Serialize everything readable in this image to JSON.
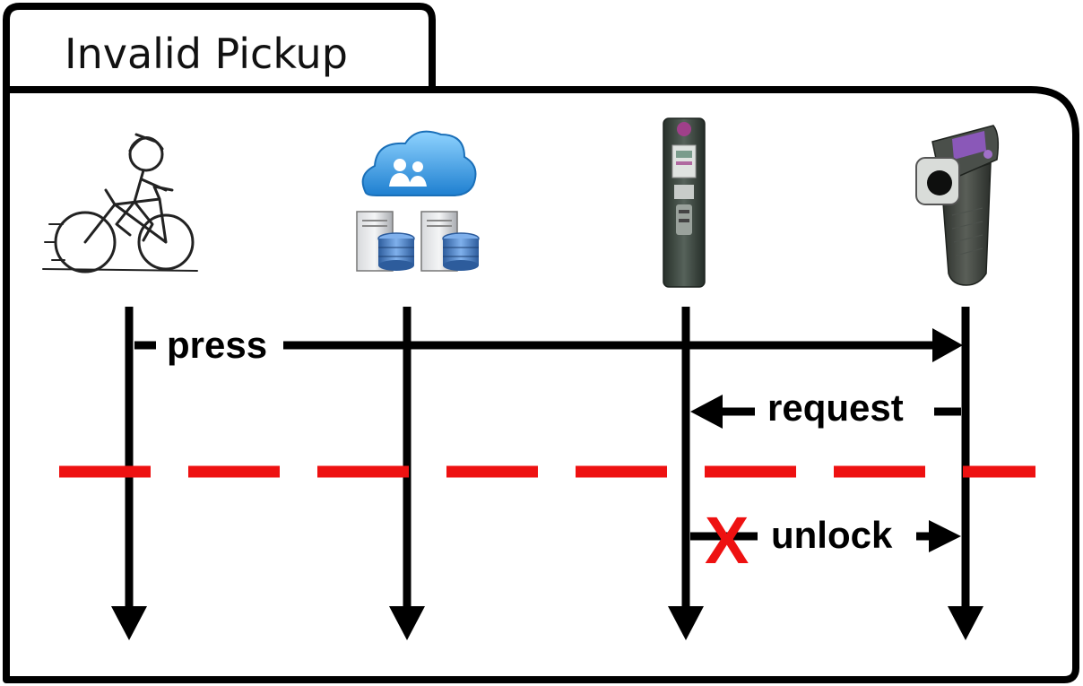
{
  "frame": {
    "title": "Invalid Pickup"
  },
  "participants": [
    {
      "name": "cyclist",
      "icon": "cyclist-icon"
    },
    {
      "name": "cloud-server",
      "icon": "cloud-server-icon"
    },
    {
      "name": "docking-station",
      "icon": "docking-kiosk-icon"
    },
    {
      "name": "bike-lock",
      "icon": "bike-lock-device-icon"
    }
  ],
  "messages": [
    {
      "label": "press",
      "from": "cyclist",
      "to": "bike-lock"
    },
    {
      "label": "request",
      "from": "bike-lock",
      "to": "docking-station"
    },
    {
      "label": "unlock",
      "from": "docking-station",
      "to": "bike-lock",
      "failed": true,
      "failure_mark": "X"
    }
  ],
  "colors": {
    "outline": "#000000",
    "failure_line": "#ee1111",
    "failure_mark": "#ee1111",
    "cloud": "#39a6e6",
    "server_disk": "#5b8fcf",
    "kiosk": "#3d4a42",
    "kiosk_accent": "#a0408a",
    "lock": "#3a3f3a",
    "lock_screen": "#8a58b8"
  }
}
